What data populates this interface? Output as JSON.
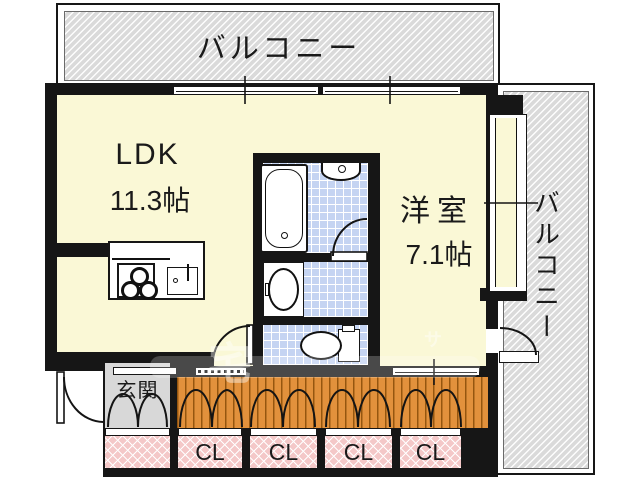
{
  "plan": {
    "balcony_top_label": "バルコニー",
    "balcony_right_label": "バルコニー",
    "ldk_name": "LDK",
    "ldk_size": "11.3帖",
    "western_room_name": "洋室",
    "western_room_size": "7.1帖",
    "entrance_label": "玄関"
  },
  "closets": [
    {
      "label": "CL"
    },
    {
      "label": "CL"
    },
    {
      "label": "CL"
    },
    {
      "label": "CL"
    }
  ],
  "fixtures": [
    "bathtub",
    "bathroom-sink",
    "washbasin",
    "toilet",
    "gas-stove-3-burner",
    "kitchen-sink"
  ],
  "colors": {
    "wall": "#161616",
    "room_floor": "#faf8d6",
    "tile_floor": "#c5d4f2",
    "wood_floor": "#e2913c",
    "closet_fill": "#f4c8c8",
    "balcony_fill": "#dadada",
    "entrance_floor": "#d8d8d8"
  },
  "watermark": {
    "char_a": "宅",
    "char_b": "サ"
  }
}
